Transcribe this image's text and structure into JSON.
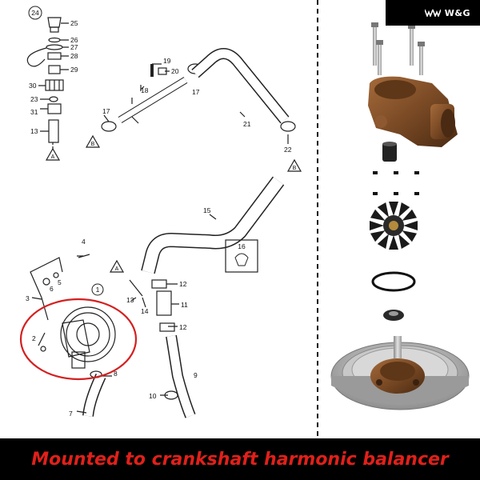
{
  "brand": {
    "name": "W&G"
  },
  "banner": {
    "text": "Mounted to crankshaft harmonic balancer"
  },
  "diagram": {
    "group_badge": "24",
    "assembly_badge": "1",
    "inset_label": "16",
    "labels": {
      "p25": "25",
      "p26": "26",
      "p27": "27",
      "p28": "28",
      "p29": "29",
      "p30": "30",
      "p23": "23",
      "p31": "31",
      "p13a": "13",
      "p19": "19",
      "p20": "20",
      "p18": "18",
      "p17a": "17",
      "p17b": "17",
      "p21": "21",
      "p22": "22",
      "p15": "15",
      "p4": "4",
      "p5": "5",
      "p6": "6",
      "p3": "3",
      "p2": "2",
      "p8": "8",
      "p7": "7",
      "p13b": "13",
      "p14": "14",
      "p12a": "12",
      "p11": "11",
      "p12b": "12",
      "p9": "9",
      "p10": "10"
    },
    "refs": {
      "a1": "A",
      "a2": "A",
      "b1": "B",
      "b2": "B"
    }
  },
  "colors": {
    "highlight": "#d42020",
    "bronze": "#7a4a25",
    "pulley": "#b9b9b9",
    "banner_text": "#e0201a"
  }
}
